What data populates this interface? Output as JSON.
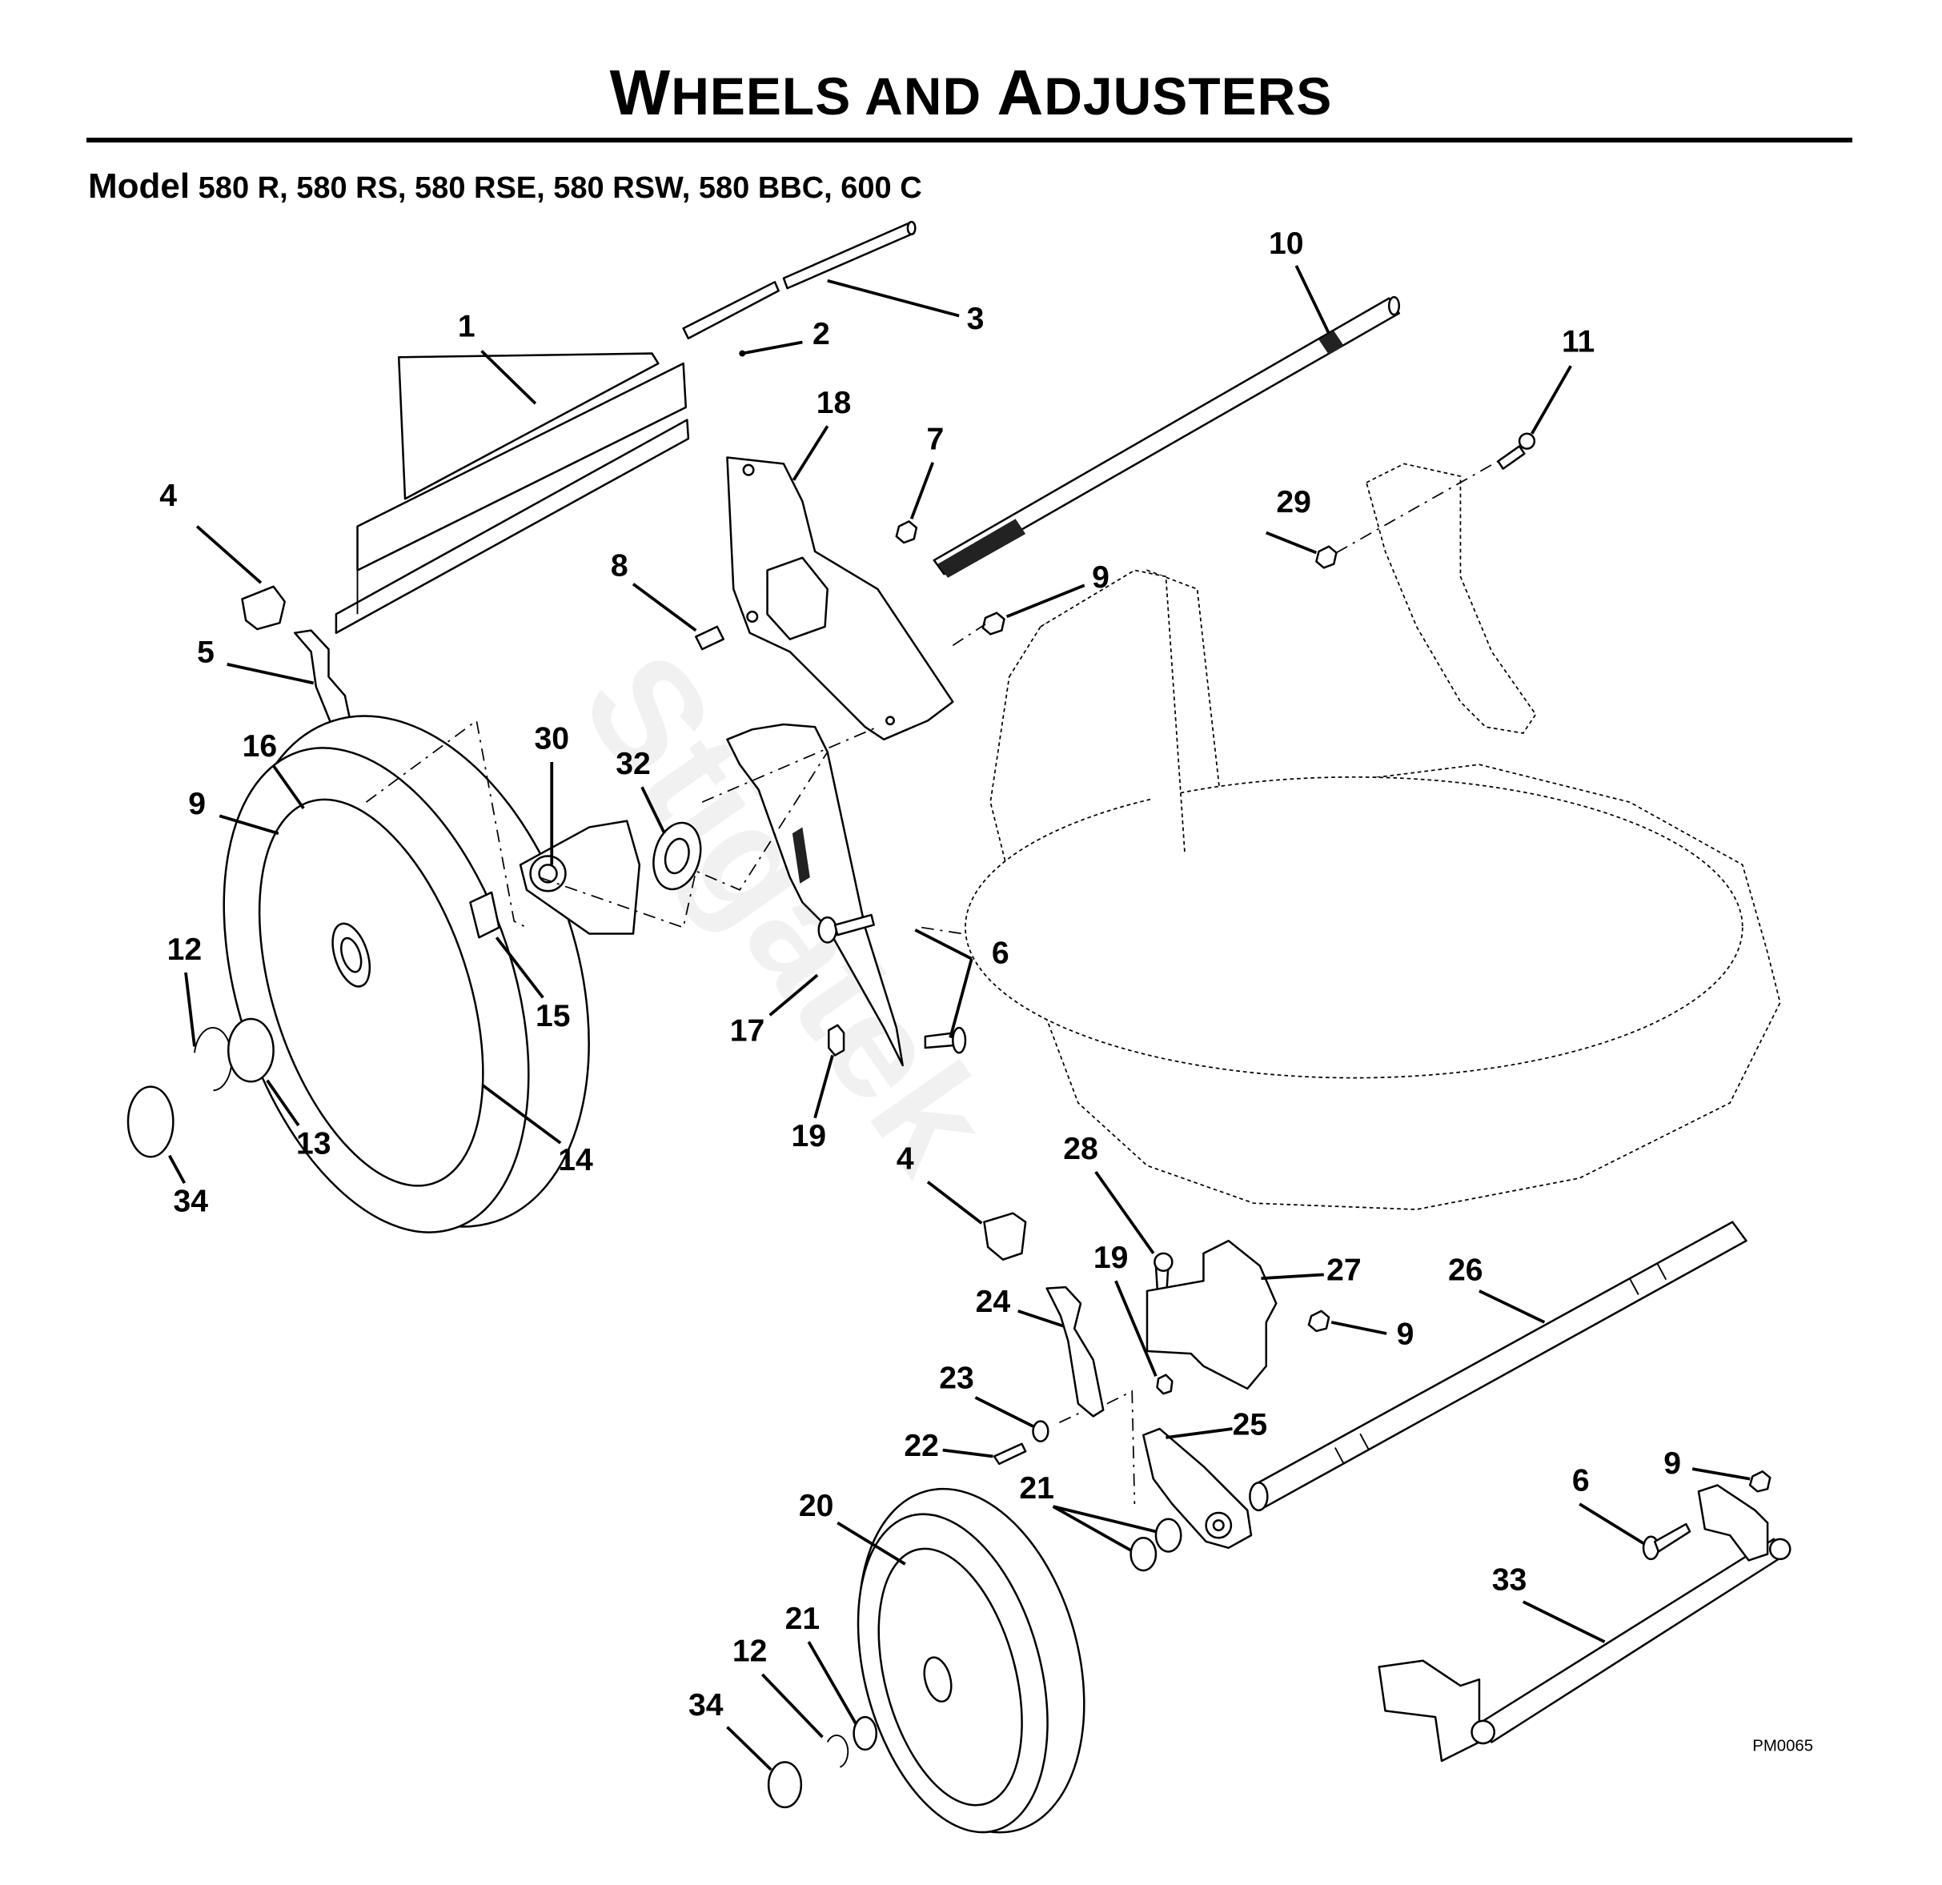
{
  "page": {
    "title_parts": [
      {
        "initial": "W",
        "rest": "HEELS AND "
      },
      {
        "initial": "A",
        "rest": "DJUSTERS"
      }
    ],
    "title_full": "Wheels and Adjusters",
    "model_label": "Model",
    "model_list": "580 R, 580 RS, 580 RSE, 580 RSW, 580 BBC, 600 C",
    "drawing_code": "PM0065",
    "watermark": "Stigatek"
  },
  "callouts": [
    {
      "id": "c1",
      "number": "1",
      "part": "height-adjuster-shield"
    },
    {
      "id": "c2",
      "number": "2",
      "part": "roll-pin"
    },
    {
      "id": "c3",
      "number": "3",
      "part": "rod"
    },
    {
      "id": "c4a",
      "number": "4",
      "part": "cap"
    },
    {
      "id": "c5",
      "number": "5",
      "part": "height-adjuster-lever"
    },
    {
      "id": "c16",
      "number": "16",
      "part": "washer"
    },
    {
      "id": "c9a",
      "number": "9",
      "part": "nut"
    },
    {
      "id": "c30",
      "number": "30",
      "part": "wheel-bracket"
    },
    {
      "id": "c32",
      "number": "32",
      "part": "bearing"
    },
    {
      "id": "c18",
      "number": "18",
      "part": "bracket-plate"
    },
    {
      "id": "c7",
      "number": "7",
      "part": "nut"
    },
    {
      "id": "c8",
      "number": "8",
      "part": "stud"
    },
    {
      "id": "c9b",
      "number": "9",
      "part": "nut"
    },
    {
      "id": "c10",
      "number": "10",
      "part": "axle-shaft"
    },
    {
      "id": "c11",
      "number": "11",
      "part": "bolt"
    },
    {
      "id": "c29",
      "number": "29",
      "part": "nut"
    },
    {
      "id": "c12a",
      "number": "12",
      "part": "retaining-ring"
    },
    {
      "id": "c15",
      "number": "15",
      "part": "bushing"
    },
    {
      "id": "c17",
      "number": "17",
      "part": "adjuster-arm"
    },
    {
      "id": "c6a",
      "number": "6",
      "part": "carriage-bolt"
    },
    {
      "id": "c13",
      "number": "13",
      "part": "washer"
    },
    {
      "id": "c14",
      "number": "14",
      "part": "rear-wheel"
    },
    {
      "id": "c34a",
      "number": "34",
      "part": "hub-cap"
    },
    {
      "id": "c19a",
      "number": "19",
      "part": "nut"
    },
    {
      "id": "c4b",
      "number": "4",
      "part": "cap"
    },
    {
      "id": "c28",
      "number": "28",
      "part": "screw"
    },
    {
      "id": "c19b",
      "number": "19",
      "part": "nut"
    },
    {
      "id": "c27",
      "number": "27",
      "part": "adjuster-plate"
    },
    {
      "id": "c26",
      "number": "26",
      "part": "front-axle"
    },
    {
      "id": "c24",
      "number": "24",
      "part": "front-adjuster-lever"
    },
    {
      "id": "c9c",
      "number": "9",
      "part": "nut"
    },
    {
      "id": "c23",
      "number": "23",
      "part": "spacer"
    },
    {
      "id": "c25",
      "number": "25",
      "part": "axle-bracket"
    },
    {
      "id": "c22",
      "number": "22",
      "part": "bolt"
    },
    {
      "id": "c21a",
      "number": "21",
      "part": "washer"
    },
    {
      "id": "c20",
      "number": "20",
      "part": "front-wheel"
    },
    {
      "id": "c6b",
      "number": "6",
      "part": "carriage-bolt"
    },
    {
      "id": "c9d",
      "number": "9",
      "part": "nut"
    },
    {
      "id": "c33",
      "number": "33",
      "part": "rear-axle-assembly"
    },
    {
      "id": "c21b",
      "number": "21",
      "part": "washer"
    },
    {
      "id": "c12b",
      "number": "12",
      "part": "retaining-ring"
    },
    {
      "id": "c34b",
      "number": "34",
      "part": "hub-cap"
    }
  ]
}
